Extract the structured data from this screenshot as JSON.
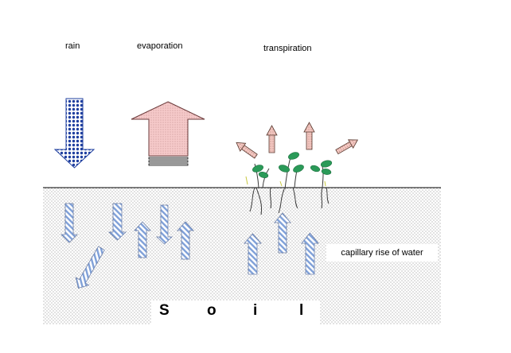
{
  "labels": {
    "rain": "rain",
    "evaporation": "evaporation",
    "transpiration": "transpiration",
    "capillary": "capillary rise of water"
  },
  "soil_letters": [
    "S",
    "o",
    "i",
    "l"
  ],
  "colors": {
    "rain_arrow": "#1f3f9f",
    "evaporation_arrow": "#f6caca",
    "leaf": "#2a9a58",
    "soil_dot": "#9a9a9a",
    "water_arrow_stripe": "#7fa0d8",
    "transpiration_arrow": "#f1c7c2"
  }
}
